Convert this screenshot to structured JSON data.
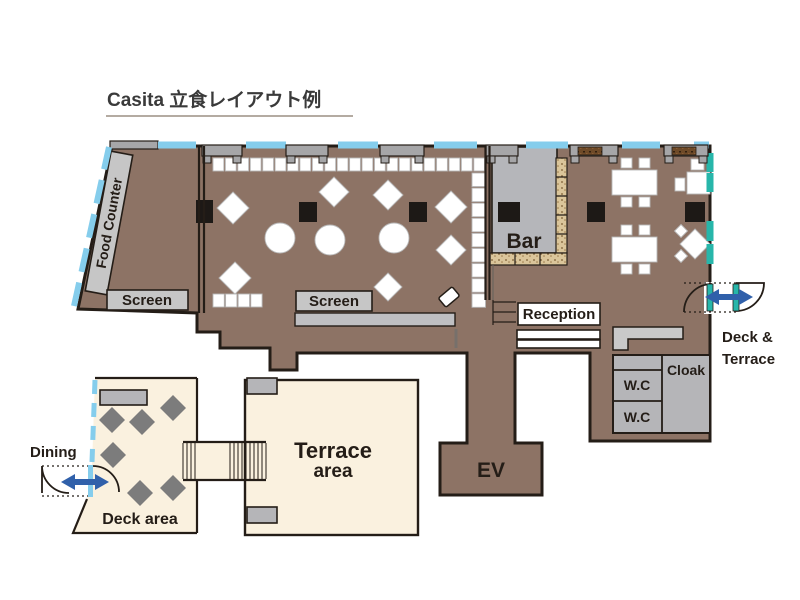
{
  "title": {
    "text": "Casita 立食レイアウト例"
  },
  "labels": {
    "food_counter": "Food Counter",
    "screen_left": "Screen",
    "screen_main": "Screen",
    "bar": "Bar",
    "reception": "Reception",
    "wc_upper": "W.C",
    "wc_lower": "W.C",
    "cloak": "Cloak",
    "ev": "EV",
    "deck_terrace_line1": "Deck &",
    "deck_terrace_line2": "Terrace",
    "dining": "Dining",
    "deck_area": "Deck area",
    "terrace_line1": "Terrace",
    "terrace_line2": "area"
  },
  "colors": {
    "floor_brown": "#8d7365",
    "wall_outline": "#241d17",
    "window_light_blue": "#85cdec",
    "window_teal": "#27b6aa",
    "fixture_gray": "#b5b5b8",
    "label_box_gray": "#c6c6c6",
    "cream_area": "#faf1df",
    "deck_table_gray": "#7c7c7c",
    "arrow_blue": "#3060aa",
    "counter_tan": "#dac59a",
    "pillar_black": "#1d1916"
  }
}
